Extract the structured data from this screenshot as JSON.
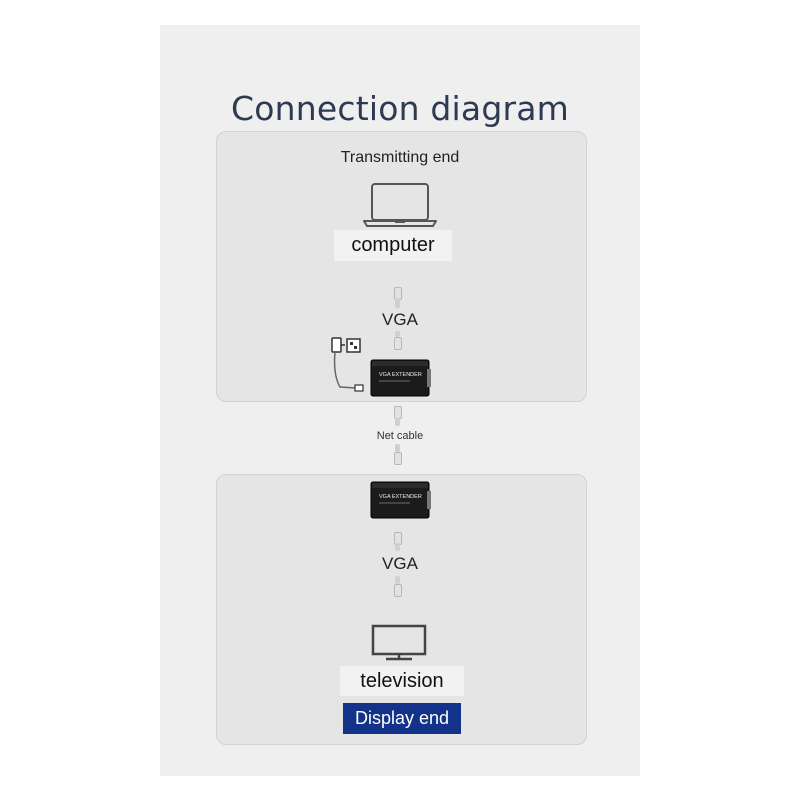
{
  "diagram": {
    "title": "Connection diagram",
    "transmitting_end": {
      "heading": "Transmitting end",
      "device_label": "computer",
      "cable_label": "VGA",
      "extender_text": "VGA EXTENDER"
    },
    "link_label": "Net cable",
    "display_end": {
      "extender_text": "VGA EXTENDER",
      "cable_label": "VGA",
      "device_label": "television",
      "footer": "Display end"
    }
  }
}
